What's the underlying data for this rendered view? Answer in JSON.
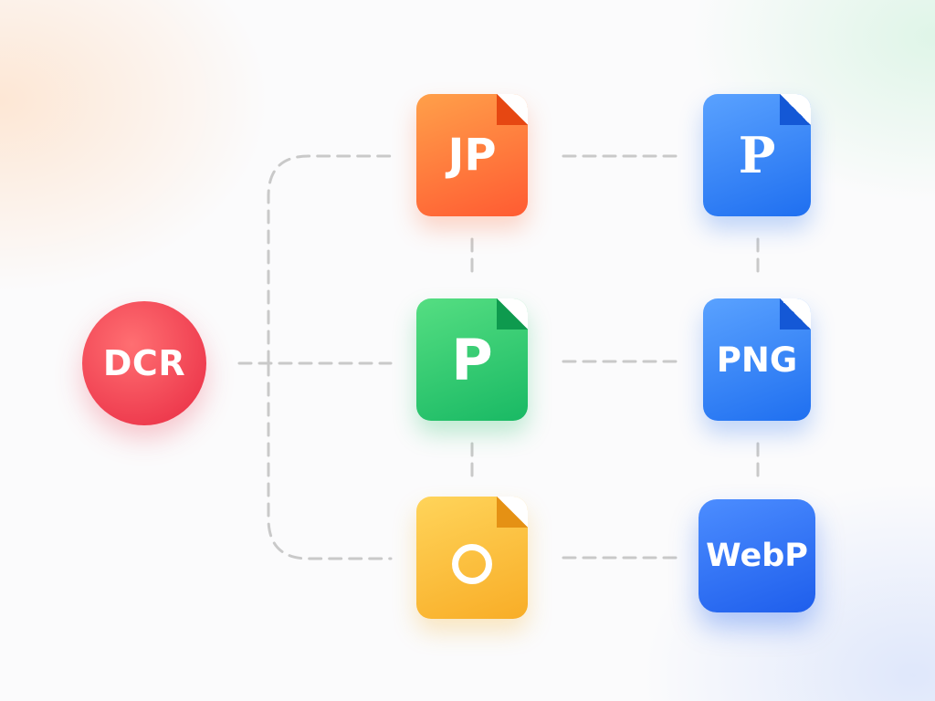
{
  "diagram": {
    "source": {
      "label": "DCR",
      "color": "#ee3b4e"
    },
    "files": [
      {
        "id": "orange",
        "label": "JP",
        "color": "#ff6a38",
        "icon": "document-icon"
      },
      {
        "id": "green",
        "label": "P",
        "color": "#20c068",
        "icon": "document-icon"
      },
      {
        "id": "yellow",
        "label": "",
        "color": "#fbb52e",
        "icon": "ring-icon"
      },
      {
        "id": "blue1",
        "label": "P",
        "color": "#2a78f2",
        "icon": "document-icon"
      },
      {
        "id": "blue2",
        "label": "PNG",
        "color": "#2a78f2",
        "icon": "document-icon"
      },
      {
        "id": "webp",
        "label": "WebP",
        "color": "#2463ee",
        "icon": "rounded-square-icon"
      }
    ],
    "connector_color": "#c9c9c9",
    "connectors": [
      {
        "from": "DCR",
        "to": "P"
      },
      {
        "from": "DCR",
        "to": "JP"
      },
      {
        "from": "DCR",
        "to": "yellow"
      },
      {
        "from": "JP",
        "to": "P"
      },
      {
        "from": "P",
        "to": "yellow"
      },
      {
        "from": "JP",
        "to": "blue P"
      },
      {
        "from": "P",
        "to": "PNG"
      },
      {
        "from": "yellow",
        "to": "WebP"
      },
      {
        "from": "blue P",
        "to": "PNG"
      },
      {
        "from": "PNG",
        "to": "WebP"
      }
    ]
  }
}
